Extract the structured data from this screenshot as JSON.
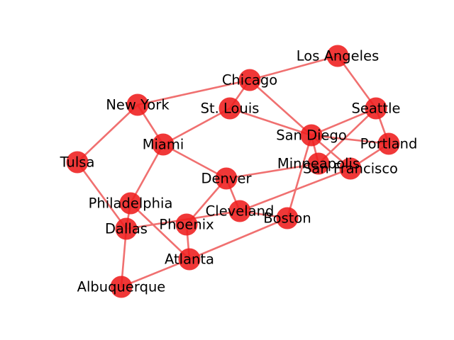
{
  "graph": {
    "node_color": "#ee1c1c",
    "edge_color": "#f07070",
    "label_color": "#000000",
    "nodes": [
      {
        "id": "los-angeles",
        "label": "Los Angeles"
      },
      {
        "id": "chicago",
        "label": "Chicago"
      },
      {
        "id": "new-york",
        "label": "New York"
      },
      {
        "id": "st-louis",
        "label": "St. Louis"
      },
      {
        "id": "seattle",
        "label": "Seattle"
      },
      {
        "id": "san-diego",
        "label": "San Diego"
      },
      {
        "id": "portland",
        "label": "Portland"
      },
      {
        "id": "miami",
        "label": "Miami"
      },
      {
        "id": "tulsa",
        "label": "Tulsa"
      },
      {
        "id": "minneapolis",
        "label": "Minneapolis"
      },
      {
        "id": "san-francisco",
        "label": "San Francisco"
      },
      {
        "id": "denver",
        "label": "Denver"
      },
      {
        "id": "philadelphia",
        "label": "Philadelphia"
      },
      {
        "id": "cleveland",
        "label": "Cleveland"
      },
      {
        "id": "boston",
        "label": "Boston"
      },
      {
        "id": "phoenix",
        "label": "Phoenix"
      },
      {
        "id": "dallas",
        "label": "Dallas"
      },
      {
        "id": "atlanta",
        "label": "Atlanta"
      },
      {
        "id": "albuquerque",
        "label": "Albuquerque"
      }
    ],
    "edges": [
      [
        "los-angeles",
        "chicago"
      ],
      [
        "los-angeles",
        "seattle"
      ],
      [
        "chicago",
        "new-york"
      ],
      [
        "chicago",
        "st-louis"
      ],
      [
        "chicago",
        "san-diego"
      ],
      [
        "new-york",
        "tulsa"
      ],
      [
        "new-york",
        "miami"
      ],
      [
        "st-louis",
        "miami"
      ],
      [
        "st-louis",
        "san-diego"
      ],
      [
        "seattle",
        "san-diego"
      ],
      [
        "seattle",
        "portland"
      ],
      [
        "seattle",
        "minneapolis"
      ],
      [
        "san-diego",
        "portland"
      ],
      [
        "san-diego",
        "minneapolis"
      ],
      [
        "san-diego",
        "san-francisco"
      ],
      [
        "san-diego",
        "boston"
      ],
      [
        "portland",
        "san-francisco"
      ],
      [
        "minneapolis",
        "denver"
      ],
      [
        "san-francisco",
        "cleveland"
      ],
      [
        "miami",
        "denver"
      ],
      [
        "miami",
        "philadelphia"
      ],
      [
        "tulsa",
        "dallas"
      ],
      [
        "denver",
        "cleveland"
      ],
      [
        "denver",
        "phoenix"
      ],
      [
        "philadelphia",
        "dallas"
      ],
      [
        "philadelphia",
        "atlanta"
      ],
      [
        "cleveland",
        "boston"
      ],
      [
        "cleveland",
        "dallas"
      ],
      [
        "phoenix",
        "atlanta"
      ],
      [
        "dallas",
        "albuquerque"
      ],
      [
        "atlanta",
        "albuquerque"
      ],
      [
        "atlanta",
        "boston"
      ]
    ]
  }
}
